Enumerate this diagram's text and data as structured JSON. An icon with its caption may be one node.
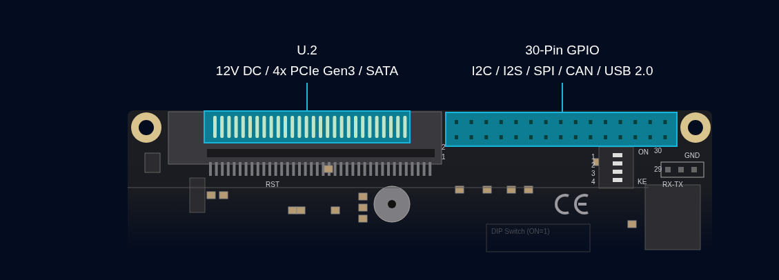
{
  "diagram": {
    "nodes": [
      {
        "text": [
          "U.2",
          "12V DC / 4x PCIe Gen3 / SATA"
        ]
      },
      {
        "text": [],
        "shape": "box"
      },
      {
        "text": [
          "30-Pin GPIO",
          "I2C / I2S / SPI / CAN / USB 2.0"
        ]
      },
      {
        "text": [],
        "shape": "box"
      }
    ],
    "edges": [
      {
        "from": 0,
        "to": 1,
        "arrow": "none"
      },
      {
        "from": 2,
        "to": 3,
        "arrow": "none"
      }
    ],
    "labels": [
      "RST",
      "2",
      "1",
      "ON",
      "1",
      "2",
      "3",
      "4",
      "KE",
      "30",
      "29",
      "GND",
      "RX-TX",
      "DIP Switch (ON=1)"
    ]
  }
}
